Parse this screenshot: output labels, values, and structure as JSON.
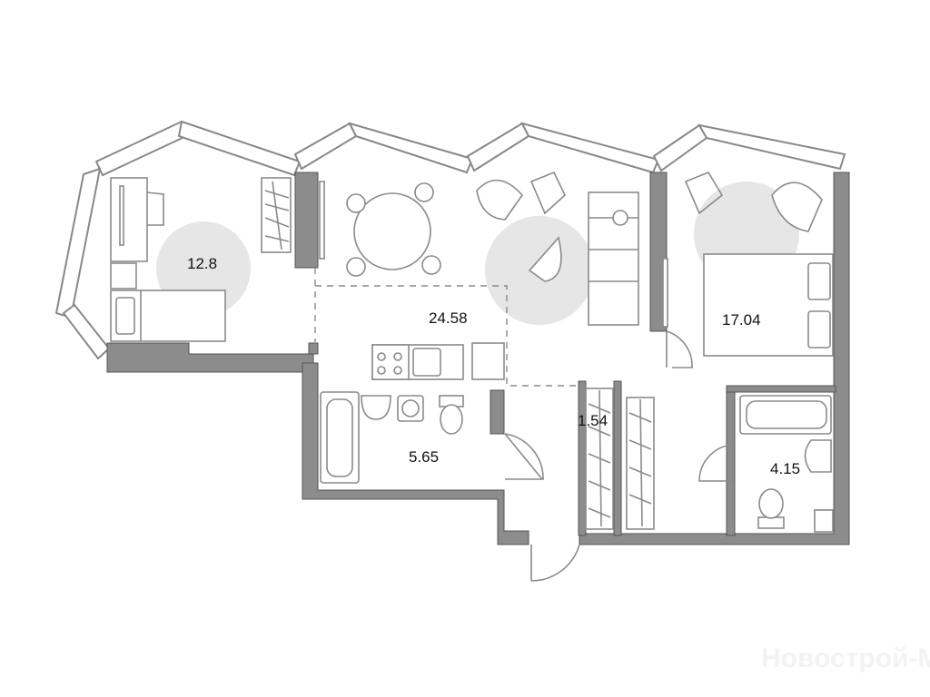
{
  "plan": {
    "rooms": [
      {
        "name": "bedroom-small",
        "area": "12.8"
      },
      {
        "name": "kitchen-living",
        "area": "24.58"
      },
      {
        "name": "bedroom",
        "area": "17.04"
      },
      {
        "name": "bathroom",
        "area": "5.65"
      },
      {
        "name": "hallway",
        "area": "1.54"
      },
      {
        "name": "bathroom-2",
        "area": "4.15"
      }
    ],
    "colors": {
      "wall": "#8c8c8c",
      "accent_circle": "#e6e6e6"
    }
  },
  "watermark": "Новострой-М"
}
